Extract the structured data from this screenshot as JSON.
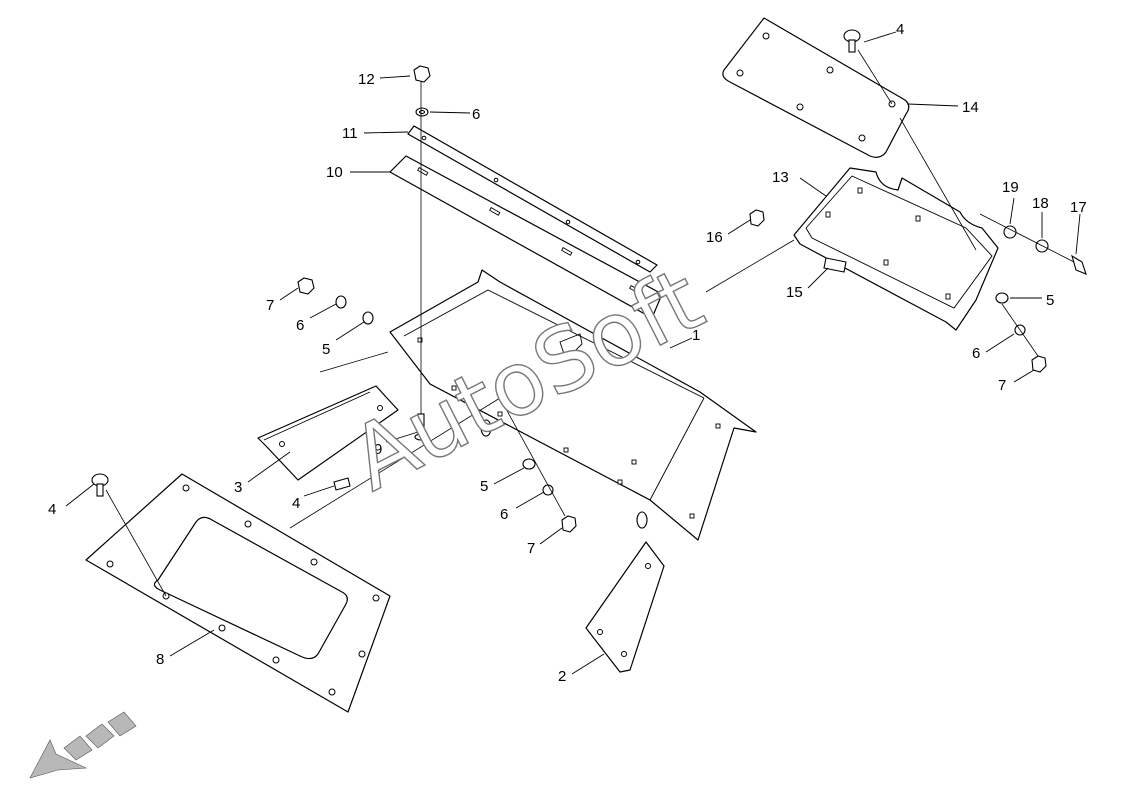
{
  "watermark": {
    "text": "AutoSoft"
  },
  "callouts": [
    {
      "id": "c1",
      "text": "1"
    },
    {
      "id": "c2",
      "text": "2"
    },
    {
      "id": "c3",
      "text": "3"
    },
    {
      "id": "c4a",
      "text": "4"
    },
    {
      "id": "c4b",
      "text": "4"
    },
    {
      "id": "c4c",
      "text": "4"
    },
    {
      "id": "c5a",
      "text": "5"
    },
    {
      "id": "c5b",
      "text": "5"
    },
    {
      "id": "c5c",
      "text": "5"
    },
    {
      "id": "c6a",
      "text": "6"
    },
    {
      "id": "c6b",
      "text": "6"
    },
    {
      "id": "c6c",
      "text": "6"
    },
    {
      "id": "c6d",
      "text": "6"
    },
    {
      "id": "c7a",
      "text": "7"
    },
    {
      "id": "c7b",
      "text": "7"
    },
    {
      "id": "c7c",
      "text": "7"
    },
    {
      "id": "c8",
      "text": "8"
    },
    {
      "id": "c9",
      "text": "9"
    },
    {
      "id": "c10",
      "text": "10"
    },
    {
      "id": "c11",
      "text": "11"
    },
    {
      "id": "c12",
      "text": "12"
    },
    {
      "id": "c13",
      "text": "13"
    },
    {
      "id": "c14",
      "text": "14"
    },
    {
      "id": "c15",
      "text": "15"
    },
    {
      "id": "c16",
      "text": "16"
    },
    {
      "id": "c17",
      "text": "17"
    },
    {
      "id": "c18",
      "text": "18"
    },
    {
      "id": "c19",
      "text": "19"
    }
  ],
  "colors": {
    "line": "#000000",
    "background": "#ffffff",
    "watermark_outline": "#777777",
    "arrow_fill": "#b8b8b8"
  }
}
